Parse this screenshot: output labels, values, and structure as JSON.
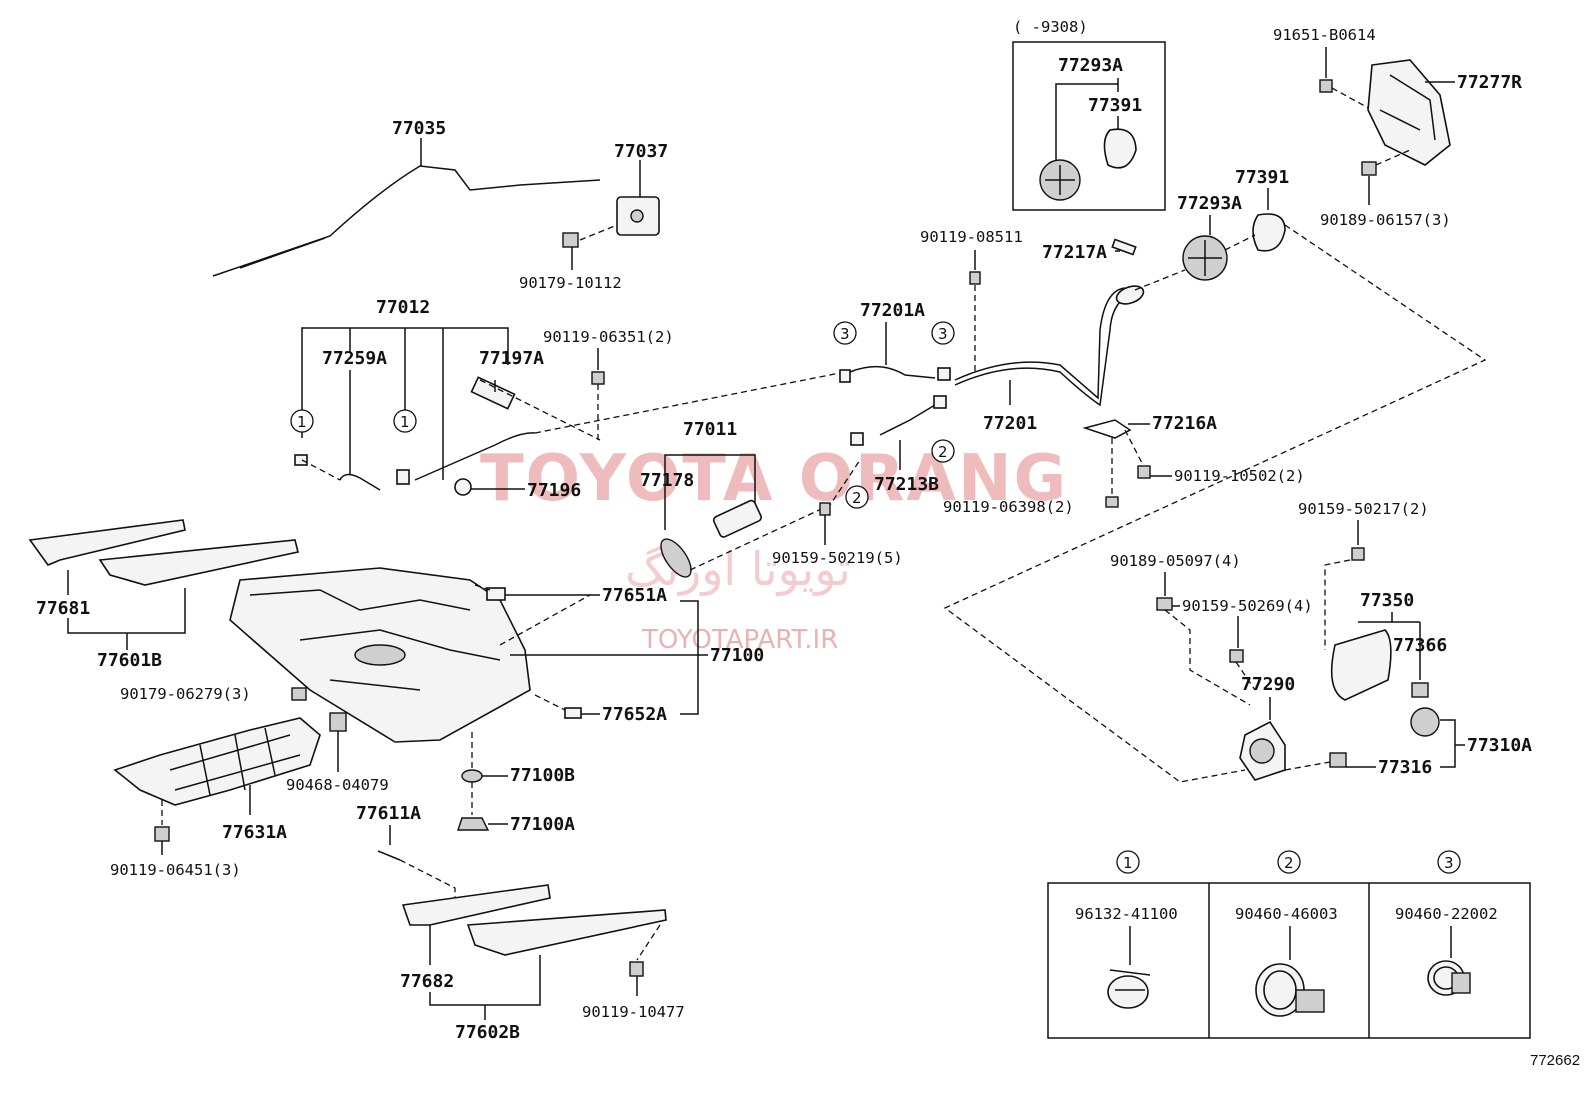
{
  "labels": {
    "p77035": "77035",
    "p77037": "77037",
    "p90179_10112": "90179-10112",
    "p77012": "77012",
    "p77259A": "77259A",
    "p77197A": "77197A",
    "p90119_06351": "90119-06351(2)",
    "p77196": "77196",
    "p77011": "77011",
    "p77178": "77178",
    "p77201A": "77201A",
    "p77201": "77201",
    "p77213B": "77213B",
    "p90159_50219": "90159-50219(5)",
    "p90119_08511": "90119-08511",
    "p77217A": "77217A",
    "p77293A_a": "77293A",
    "p77391_a": "77391",
    "p9308": "(      -9308)",
    "p77293A_b": "77293A",
    "p77391_b": "77391",
    "p91651": "91651-B0614",
    "p77277R": "77277R",
    "p90189_06157": "90189-06157(3)",
    "p77216A": "77216A",
    "p90119_10502": "90119-10502(2)",
    "p90119_06398": "90119-06398(2)",
    "p90159_50217": "90159-50217(2)",
    "p90189_05097": "90189-05097(4)",
    "p90159_50269": "90159-50269(4)",
    "p77350": "77350",
    "p77366": "77366",
    "p77290": "77290",
    "p77310A": "77310A",
    "p77316": "77316",
    "p77681": "77681",
    "p77601B": "77601B",
    "p77651A": "77651A",
    "p77100": "77100",
    "p77652A": "77652A",
    "p90179_06279": "90179-06279(3)",
    "p90468_04079": "90468-04079",
    "p77100B": "77100B",
    "p77100A": "77100A",
    "p77631A": "77631A",
    "p90119_06451": "90119-06451(3)",
    "p77611A": "77611A",
    "p77682": "77682",
    "p77602B": "77602B",
    "p90119_10477": "90119-10477"
  },
  "callouts": {
    "c1": "1",
    "c2": "2",
    "c3": "3"
  },
  "legend": {
    "col1_num": "1",
    "col1_part": "96132-41100",
    "col2_num": "2",
    "col2_part": "90460-46003",
    "col3_num": "3",
    "col3_part": "90460-22002"
  },
  "watermark": {
    "brand": "TOYOTA ORANG",
    "persian": "تویوتا اورنگ",
    "site": "TOYOTAPART.IR"
  },
  "figure_id": "772662"
}
